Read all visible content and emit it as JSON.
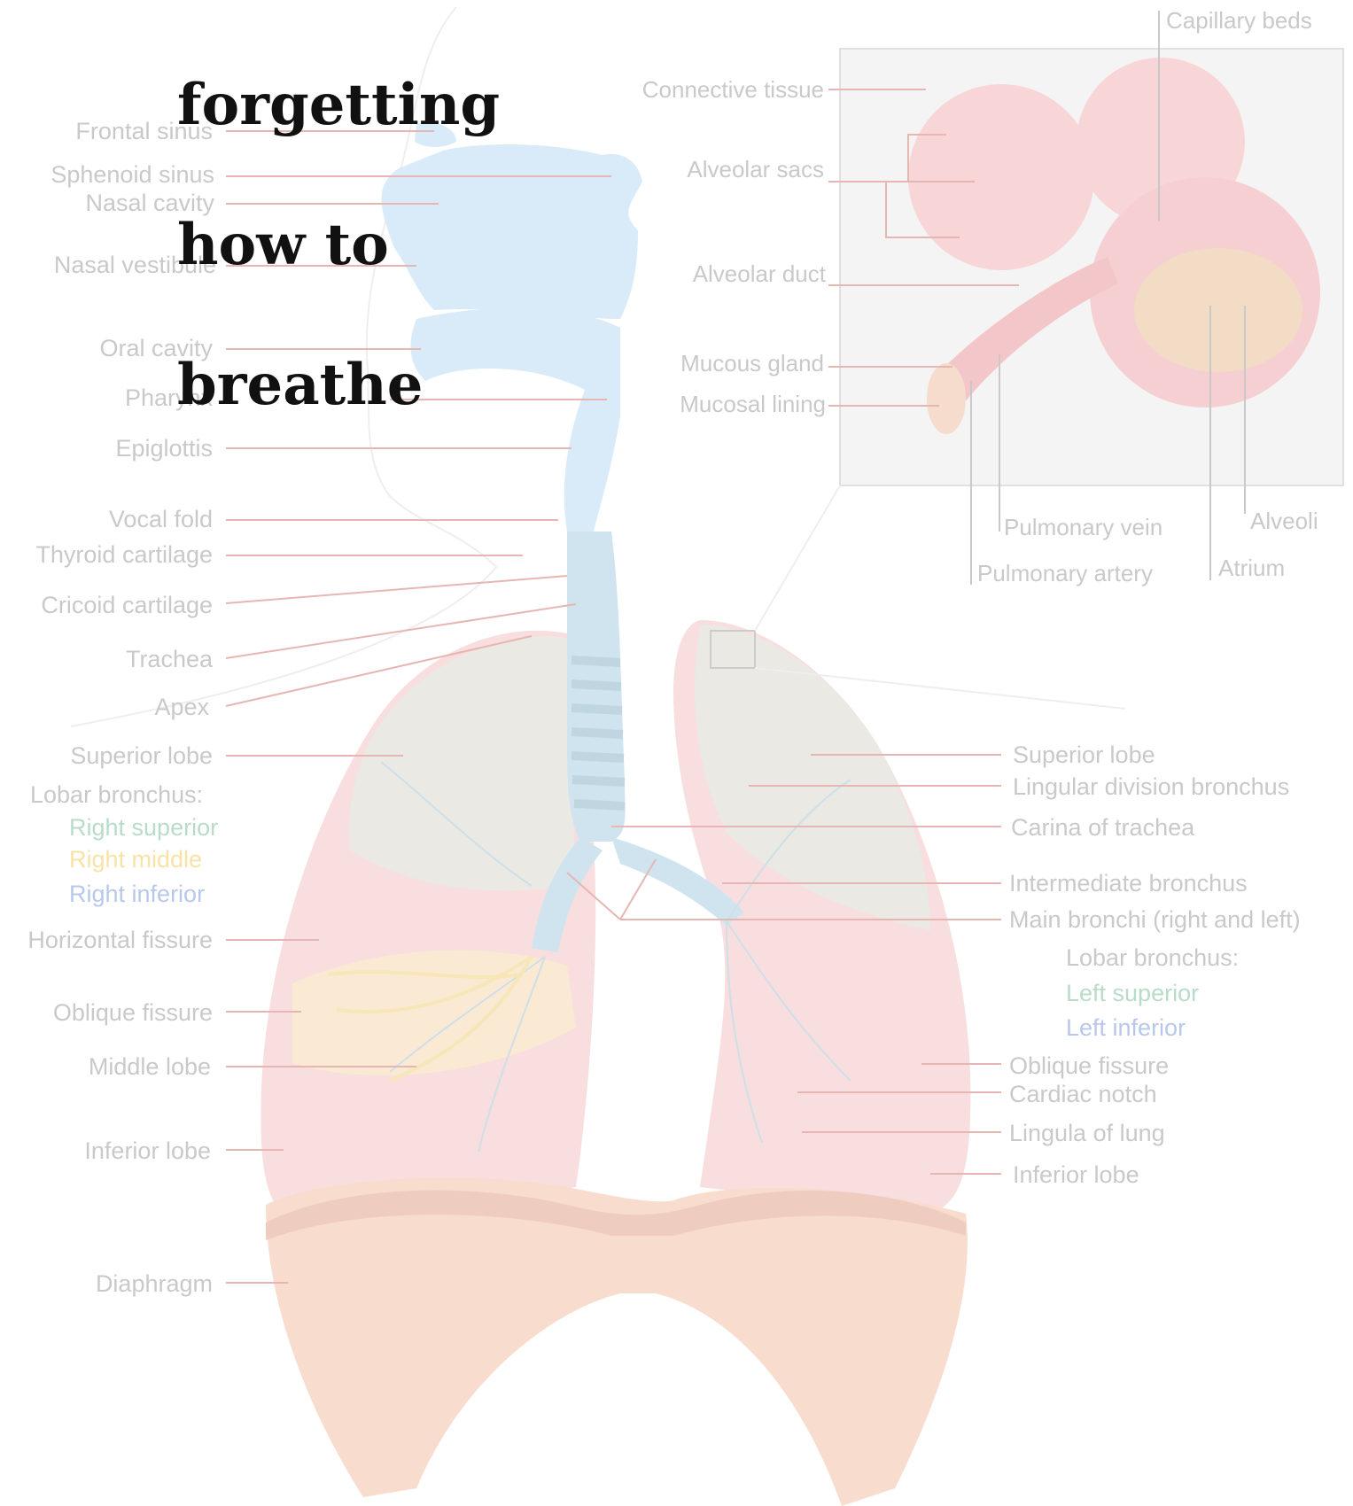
{
  "title_words": [
    "forgetting",
    "how to",
    "breathe"
  ],
  "head_labels": {
    "frontal_sinus": "Frontal sinus",
    "sphenoid_sinus": "Sphenoid sinus",
    "nasal_cavity": "Nasal cavity",
    "nasal_vestibule": "Nasal vestibule",
    "oral_cavity": "Oral cavity",
    "pharynx": "Pharynx",
    "epiglottis": "Epiglottis",
    "vocal_fold": "Vocal fold",
    "thyroid_cartilage": "Thyroid cartilage",
    "cricoid_cartilage": "Cricoid cartilage",
    "trachea": "Trachea",
    "apex": "Apex"
  },
  "right_lung_labels": {
    "superior_lobe": "Superior lobe",
    "lobar_bronchus": "Lobar bronchus:",
    "right_superior": "Right superior",
    "right_middle": "Right middle",
    "right_inferior": "Right inferior",
    "horizontal_fissure": "Horizontal fissure",
    "oblique_fissure": "Oblique fissure",
    "middle_lobe": "Middle lobe",
    "inferior_lobe": "Inferior lobe",
    "diaphragm": "Diaphragm"
  },
  "left_lung_labels": {
    "superior_lobe": "Superior lobe",
    "lingular_division_bronchus": "Lingular division bronchus",
    "carina": "Carina of trachea",
    "intermediate_bronchus": "Intermediate bronchus",
    "main_bronchi": "Main bronchi (right and left)",
    "lobar_bronchus": "Lobar bronchus:",
    "left_superior": "Left superior",
    "left_inferior": "Left inferior",
    "oblique_fissure": "Oblique fissure",
    "cardiac_notch": "Cardiac notch",
    "lingula": "Lingula of lung",
    "inferior_lobe": "Inferior lobe"
  },
  "inset_labels": {
    "capillary_beds": "Capillary beds",
    "connective_tissue": "Connective tissue",
    "alveolar_sacs": "Alveolar sacs",
    "alveolar_duct": "Alveolar duct",
    "mucous_gland": "Mucous gland",
    "mucosal_lining": "Mucosal lining",
    "pulmonary_vein": "Pulmonary vein",
    "pulmonary_artery": "Pulmonary artery",
    "alveoli": "Alveoli",
    "atrium": "Atrium"
  },
  "colors": {
    "label_gray": "#c9c9c9",
    "right_superior": "#b9dcc8",
    "right_middle": "#f8e3a6",
    "right_inferior": "#b8c8ec",
    "left_superior": "#b9dcc8",
    "left_inferior": "#b8c8ec",
    "lung_pink": "#f6d9d9",
    "airway_blue": "#d6e9f6",
    "diaphragm": "#f7dccc"
  }
}
